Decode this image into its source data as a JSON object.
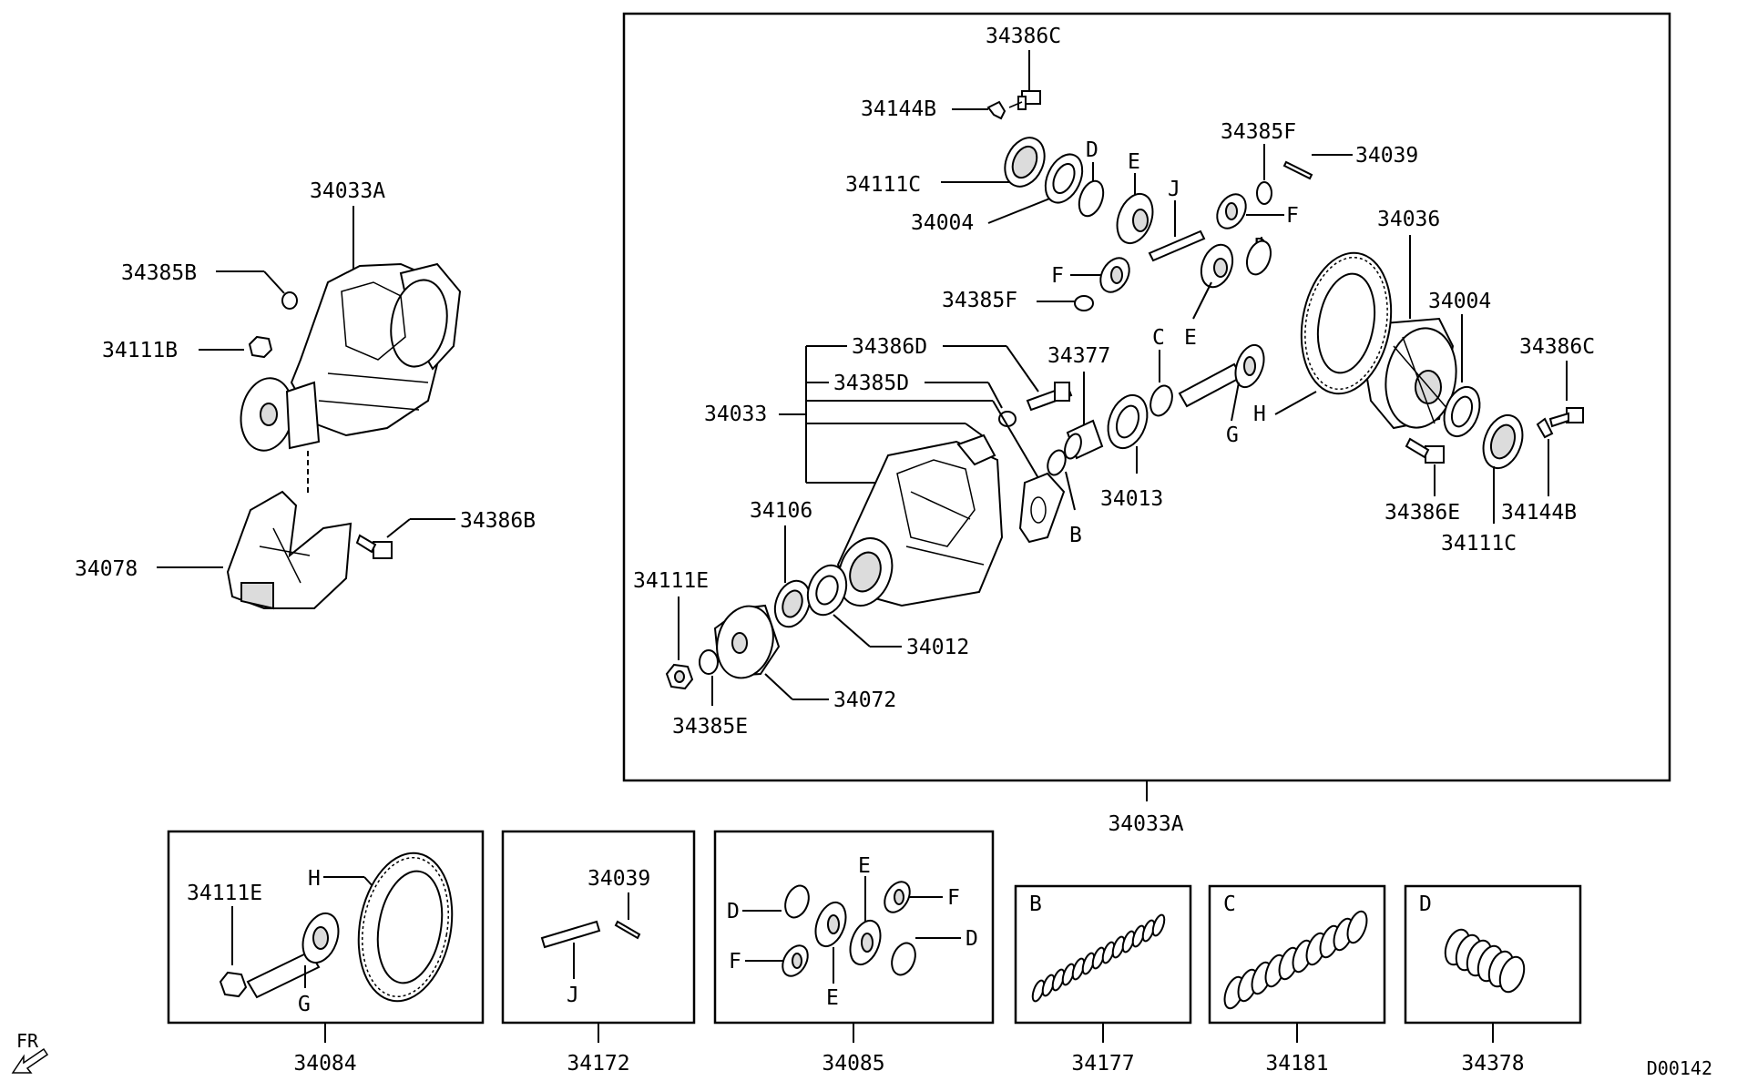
{
  "diagram_id": "D00142",
  "orientation_label": "FR",
  "main_assembly": {
    "number": "34033A",
    "parts": {
      "p34386C_top": "34386C",
      "p34144B_top": "34144B",
      "p34111C_top": "34111C",
      "p34004_top": "34004",
      "p34385F_top": "34385F",
      "p34039": "34039",
      "p34385F_mid": "34385F",
      "p34036": "34036",
      "p34004_right": "34004",
      "p34386C_right": "34386C",
      "p34386D": "34386D",
      "p34385D": "34385D",
      "p34033": "34033",
      "p34377": "34377",
      "p34013": "34013",
      "p34386E": "34386E",
      "p34144B_right": "34144B",
      "p34111C_right": "34111C",
      "p34106": "34106",
      "p34111E": "34111E",
      "p34012": "34012",
      "p34072": "34072",
      "p34385E": "34385E"
    },
    "letters": {
      "D1": "D",
      "E1": "E",
      "J": "J",
      "F1": "F",
      "F2": "F",
      "D2": "D",
      "E2": "E",
      "C": "C",
      "G": "G",
      "H": "H",
      "B": "B"
    }
  },
  "left_assembly": {
    "p34033A": "34033A",
    "p34385B": "34385B",
    "p34111B": "34111B",
    "p34386B": "34386B",
    "p34078": "34078"
  },
  "kits": [
    {
      "number": "34084",
      "labels": {
        "nut": "34111E",
        "ring": "H",
        "pinion": "G"
      }
    },
    {
      "number": "34172",
      "labels": {
        "pin": "34039",
        "shaft": "J"
      }
    },
    {
      "number": "34085",
      "labels": {
        "D1": "D",
        "E1": "E",
        "F1": "F",
        "D2": "D",
        "F2": "F",
        "E2": "E"
      }
    },
    {
      "number": "34177",
      "labels": {
        "letter": "B"
      }
    },
    {
      "number": "34181",
      "labels": {
        "letter": "C"
      }
    },
    {
      "number": "34378",
      "labels": {
        "letter": "D"
      }
    }
  ]
}
